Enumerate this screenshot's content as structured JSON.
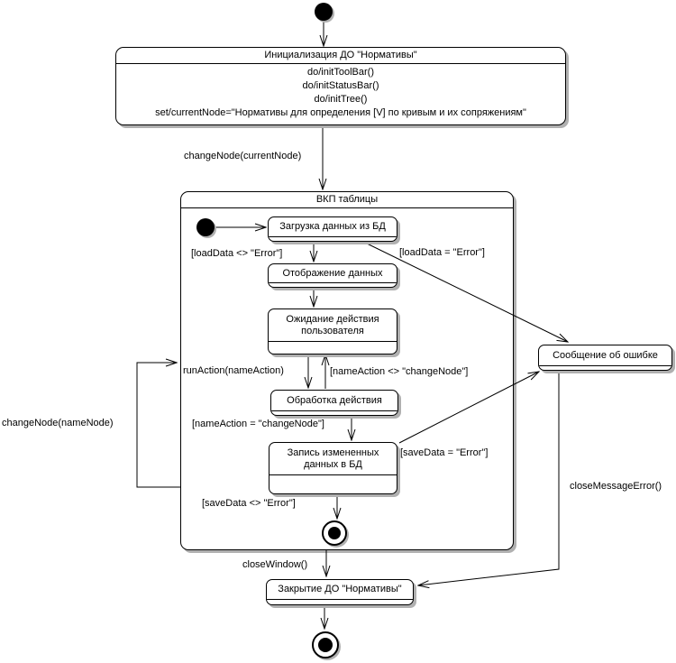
{
  "diagram": {
    "init_state": {
      "title": "Инициализация ДО \"Нормативы\"",
      "actions": [
        "do/initToolBar()",
        "do/initStatusBar()",
        "do/initTree()",
        "set/currentNode=\"Нормативы для определения [V] по кривым и их сопряжениям\""
      ]
    },
    "composite_state": {
      "title": "ВКП таблицы"
    },
    "states": {
      "load": "Загрузка данных из БД",
      "display": "Отображение данных",
      "wait": "Ожидание действия пользователя",
      "process": "Обработка действия",
      "save": "Запись измененных данных в БД",
      "error": "Сообщение об ошибке",
      "close": "Закрытие ДО \"Нормативы\""
    },
    "transitions": {
      "change_current_node": "changeNode(currentNode)",
      "load_ok": "[loadData <> \"Error\"]",
      "load_error": "[loadData = \"Error\"]",
      "run_action": "runAction(nameAction)",
      "action_not_change_node": "[nameAction <> \"changeNode\"]",
      "action_change_node": "[nameAction = \"changeNode\"]",
      "save_error": "[saveData = \"Error\"]",
      "save_ok": "[saveData <> \"Error\"]",
      "change_name_node": "changeNode(nameNode)",
      "close_window": "closeWindow()",
      "close_message_error": "closeMessageError()"
    },
    "colors": {
      "line": "#000000",
      "shadow": "#b0b0b0",
      "background": "#ffffff"
    }
  }
}
